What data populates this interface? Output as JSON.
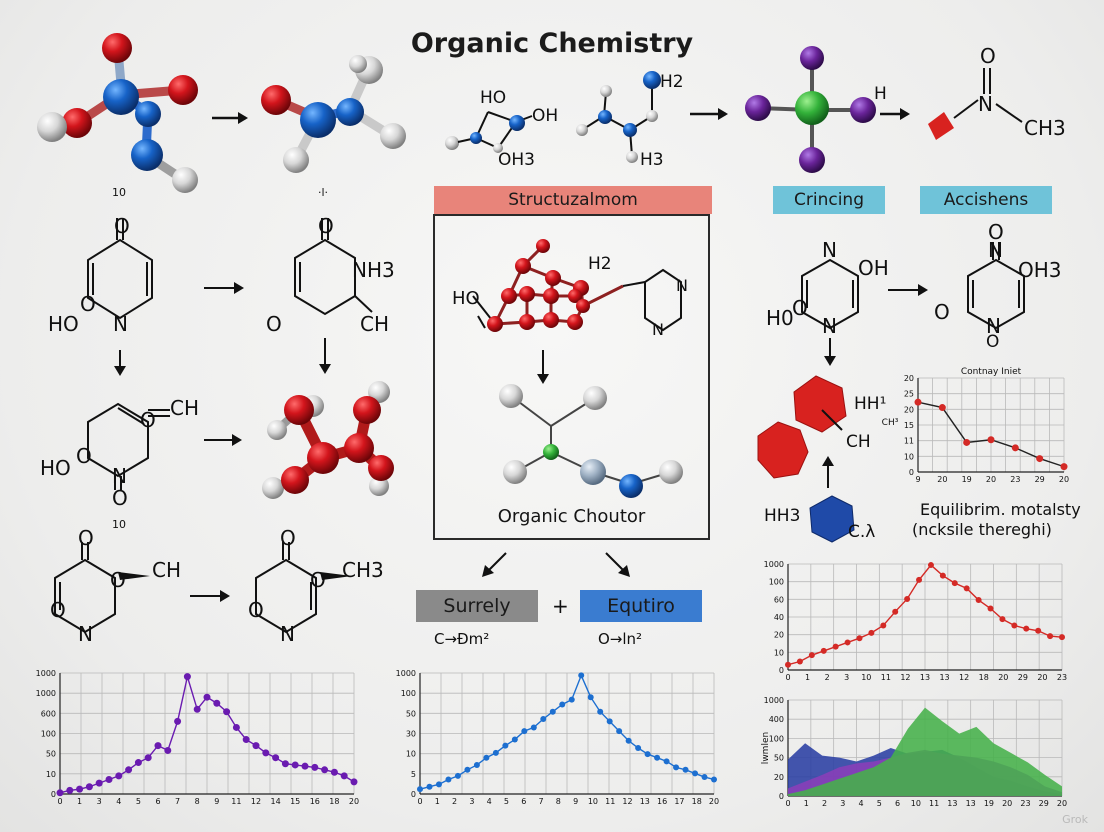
{
  "title": "Organic Chemistry",
  "labels": {
    "small_10_top": "10",
    "small_dot_top": "·l·",
    "small_10_bottom": "10",
    "oh_top": "HO",
    "oh_right": "OH",
    "oh3": "OH3",
    "h2_top": "H2",
    "h3_top": "H3",
    "h_green": "H",
    "ch3_top": "CH3",
    "o_top": "O",
    "n_top": "N"
  },
  "left_structures": {
    "s1_o": "O",
    "s1_ho": "HO",
    "s1_o2": "O",
    "s1_n": "N",
    "s2_o": "O",
    "s2_nh3": "NH3",
    "s2_o2": "O",
    "s2_ch": "CH",
    "s3_ch": "CH",
    "s3_o": "O",
    "s3_ho": "HO",
    "s3_o2": "O",
    "s3_n": "N",
    "s3_o3": "O",
    "s4_o": "O",
    "s4_o2": "O",
    "s4_ch": "CH",
    "s4_o3": "O",
    "s4_n": "N",
    "s5_o": "O",
    "s5_o2": "O",
    "s5_ch3": "CH3",
    "s5_o3": "O",
    "s5_n": "N"
  },
  "center": {
    "banner": "Structuzalmom",
    "h2": "H2",
    "ho": "HO",
    "n1": "N",
    "n2": "N",
    "caption": "Organic Choutor",
    "surrely": "Surrely",
    "plus": "+",
    "equtiro": "Equtiro",
    "formula_left": "C→Đm²",
    "formula_right": "O→ln²"
  },
  "right": {
    "banner_left": "Crincing",
    "banner_right": "Accishens",
    "n_a": "N",
    "oh_a": "OH",
    "h0_a": "H0",
    "o_a": "O",
    "n_a2": "N",
    "o_b": "O",
    "n_b": "N",
    "oh3_b": "OH3",
    "o_b2": "O",
    "n_b2": "N",
    "o_b3": "O",
    "hh1": "HH¹",
    "ch": "CH",
    "hh3": "HH3",
    "ca": "C.λ",
    "equilibrium_1": "Equilibrim. motalsty",
    "equilibrium_2": "(ncksile thereghi)"
  },
  "colors": {
    "oxygen_red": "#c9141b",
    "atom_blue": "#1663c8",
    "atom_grey": "#d8d8d8",
    "chlorine_green": "#38b33a",
    "iodine_purple": "#6a249a",
    "banner_red": "#e8847a",
    "banner_teal": "#6fc3d9",
    "banner_grey": "#8a8a8a",
    "banner_blue": "#3a7cd0",
    "purple_series": "#6a1bb0",
    "blue_series": "#1d6fd0",
    "red_series": "#d42a26"
  },
  "chart_data": [
    {
      "type": "line",
      "title": "Contnay Iniet",
      "ylabel": "CH³",
      "y_tick_labels": [
        "20",
        "25",
        "20",
        "15",
        "11",
        "10",
        "0"
      ],
      "x_tick_labels": [
        "9",
        "20",
        "19",
        "20",
        "23",
        "29",
        "20"
      ],
      "series": [
        {
          "values": [
            26,
            24,
            11,
            12,
            9,
            5,
            2
          ]
        }
      ],
      "ylim": [
        0,
        35
      ],
      "grid": true
    },
    {
      "type": "line",
      "y_tick_labels": [
        "1000",
        "100",
        "60",
        "40",
        "20",
        "10",
        "0"
      ],
      "x_tick_labels": [
        "0",
        "1",
        "2",
        "3",
        "10",
        "11",
        "12",
        "13",
        "13",
        "12",
        "18",
        "20",
        "29",
        "20",
        "23"
      ],
      "series": [
        {
          "values": [
            5,
            8,
            14,
            18,
            22,
            26,
            30,
            35,
            42,
            55,
            67,
            85,
            99,
            89,
            82,
            77,
            66,
            58,
            48,
            42,
            39,
            37,
            32,
            31
          ]
        }
      ],
      "ylim": [
        0,
        100
      ],
      "grid": true
    },
    {
      "type": "area",
      "ylabel": "lwmlen",
      "y_tick_labels": [
        "1000",
        "400",
        "100",
        "50",
        "20",
        "0"
      ],
      "x_tick_labels": [
        "0",
        "1",
        "2",
        "3",
        "4",
        "5",
        "6",
        "10",
        "11",
        "13",
        "13",
        "19",
        "20",
        "23",
        "29",
        "20"
      ],
      "series": [
        {
          "values": [
            38,
            55,
            42,
            40,
            36,
            42,
            50,
            44,
            46,
            48,
            40,
            30,
            20,
            16,
            10,
            5,
            2
          ]
        },
        {
          "values": [
            8,
            15,
            22,
            30,
            34,
            36,
            40,
            45,
            48,
            44,
            42,
            40,
            36,
            30,
            22,
            10,
            4
          ]
        },
        {
          "values": [
            2,
            6,
            12,
            18,
            24,
            30,
            40,
            70,
            92,
            78,
            65,
            72,
            55,
            45,
            35,
            22,
            10
          ]
        }
      ],
      "ylim": [
        0,
        100
      ],
      "grid": true
    },
    {
      "type": "line",
      "y_tick_labels": [
        "1000",
        "1000",
        "600",
        "100",
        "50",
        "10",
        "0"
      ],
      "x_tick_labels": [
        "0",
        "1",
        "3",
        "4",
        "5",
        "6",
        "7",
        "8",
        "9",
        "11",
        "12",
        "14",
        "15",
        "16",
        "18",
        "20"
      ],
      "series": [
        {
          "values": [
            1,
            3,
            4,
            6,
            9,
            12,
            15,
            20,
            26,
            30,
            40,
            36,
            60,
            97,
            70,
            80,
            75,
            68,
            55,
            45,
            40,
            34,
            30,
            25,
            24,
            23,
            22,
            20,
            18,
            15,
            10
          ]
        }
      ],
      "ylim": [
        0,
        100
      ],
      "grid": true
    },
    {
      "type": "line",
      "y_tick_labels": [
        "1000",
        "100",
        "50",
        "30",
        "10",
        "5",
        "0"
      ],
      "x_tick_labels": [
        "0",
        "1",
        "2",
        "3",
        "4",
        "5",
        "6",
        "7",
        "8",
        "9",
        "10",
        "11",
        "12",
        "13",
        "16",
        "17",
        "18",
        "20"
      ],
      "series": [
        {
          "values": [
            4,
            6,
            8,
            12,
            15,
            20,
            24,
            30,
            34,
            40,
            45,
            52,
            55,
            62,
            68,
            74,
            78,
            98,
            80,
            68,
            60,
            52,
            44,
            38,
            33,
            30,
            27,
            22,
            20,
            17,
            14,
            12
          ]
        }
      ],
      "ylim": [
        0,
        100
      ],
      "grid": true
    }
  ],
  "watermark": "Grok"
}
